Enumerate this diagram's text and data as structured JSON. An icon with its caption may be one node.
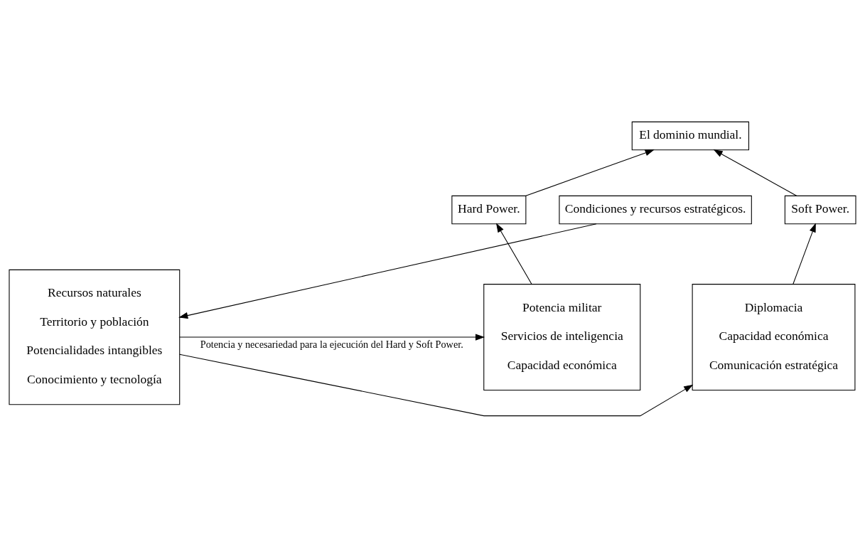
{
  "diagram": {
    "nodes": [
      {
        "text": [
          "El dominio mundial."
        ]
      },
      {
        "text": [
          "Soft Power."
        ]
      },
      {
        "text": [
          "Hard Power."
        ]
      },
      {
        "text": [
          "Condiciones y recursos estratégicos."
        ]
      },
      {
        "text": [
          "Diplomacia",
          "Capacidad económica",
          "Comunicación estratégica"
        ]
      },
      {
        "text": [
          "Potencia militar",
          "Servicios de inteligencia",
          "Capacidad económica"
        ]
      },
      {
        "text": [
          "Recursos naturales",
          "Territorio y población",
          "Potencialidades intangibles",
          "Conocimiento y tecnología"
        ]
      }
    ],
    "edges": [
      {
        "from": 1,
        "to": 0,
        "arrow": "to"
      },
      {
        "from": 2,
        "to": 0,
        "arrow": "to"
      },
      {
        "from": 4,
        "to": 1,
        "arrow": "to"
      },
      {
        "from": 5,
        "to": 2,
        "arrow": "to"
      },
      {
        "from": 3,
        "to": 6,
        "arrow": "to"
      },
      {
        "from": 6,
        "to": 5,
        "arrow": "to",
        "label": "Potencia y necesariedad para la ejecución del Hard y Soft Power."
      },
      {
        "from": 6,
        "to": 4,
        "arrow": "to"
      }
    ]
  }
}
